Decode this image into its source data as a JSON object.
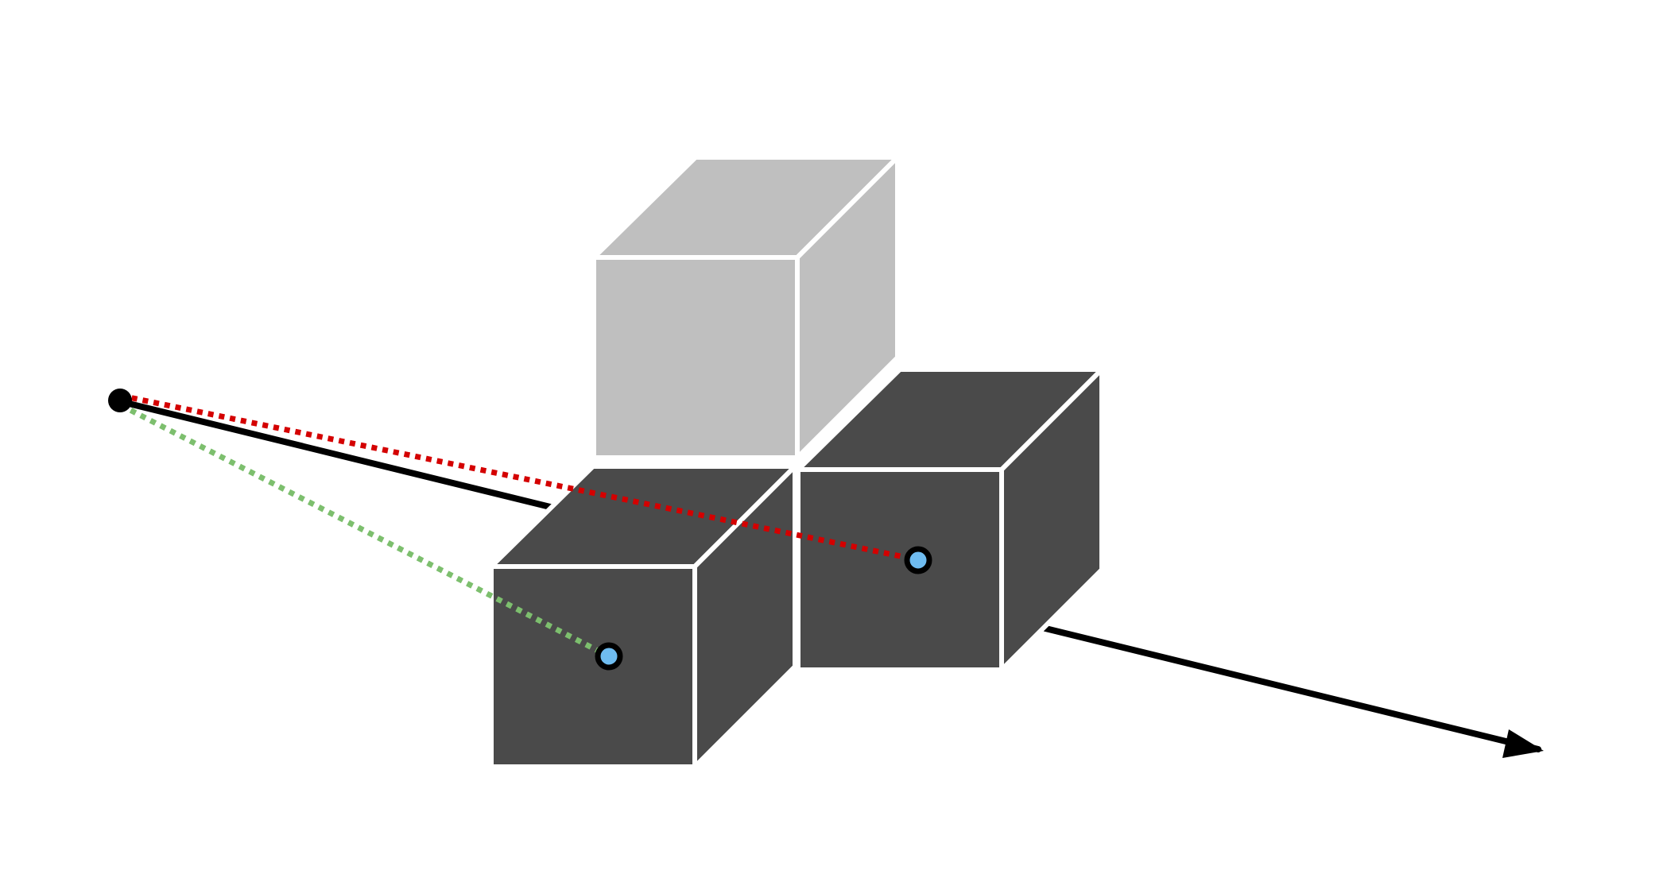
{
  "diagram": {
    "colors": {
      "background": "#ffffff",
      "cube_dark_face": "#4a4a4a",
      "cube_light_face": "#bfbfbf",
      "cube_edge": "#ffffff",
      "ray_main": "#000000",
      "ray_to_right_target": "#d40000",
      "ray_to_left_target": "#7dbf6e",
      "target_fill": "#6fbcf0",
      "target_stroke": "#000000",
      "origin_point": "#000000"
    },
    "elements": {
      "cubes": [
        {
          "name": "cube-top-light",
          "shade": "light"
        },
        {
          "name": "cube-front-left-dark",
          "shade": "dark"
        },
        {
          "name": "cube-back-right-dark",
          "shade": "dark"
        }
      ],
      "rays": [
        {
          "name": "main-direction-arrow",
          "style": "solid",
          "has_arrowhead": true
        },
        {
          "name": "dotted-ray-red",
          "style": "dotted"
        },
        {
          "name": "dotted-ray-green",
          "style": "dotted"
        }
      ],
      "points": [
        {
          "name": "ray-origin-point"
        },
        {
          "name": "target-point-right"
        },
        {
          "name": "target-point-left"
        }
      ]
    }
  }
}
